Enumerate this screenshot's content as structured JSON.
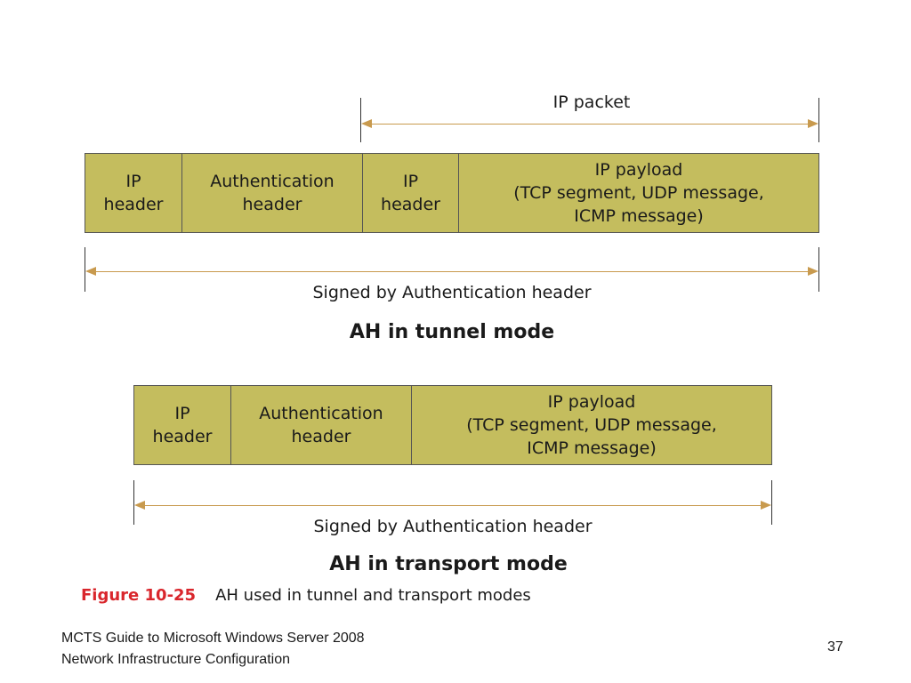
{
  "tunnel": {
    "ip_packet_label": "IP packet",
    "fields": [
      {
        "label": "IP\nheader"
      },
      {
        "label": "Authentication\nheader"
      },
      {
        "label": "IP\nheader"
      },
      {
        "label": "IP payload\n(TCP segment, UDP message,\nICMP message)"
      }
    ],
    "signed_label": "Signed by Authentication header",
    "title": "AH in tunnel mode"
  },
  "transport": {
    "fields": [
      {
        "label": "IP\nheader"
      },
      {
        "label": "Authentication\nheader"
      },
      {
        "label": "IP payload\n(TCP segment, UDP message,\nICMP message)"
      }
    ],
    "signed_label": "Signed by Authentication header",
    "title": "AH in transport mode"
  },
  "figure": {
    "number": "Figure 10-25",
    "caption": "AH used in tunnel and transport modes"
  },
  "footer": {
    "line1": "MCTS Guide to Microsoft Windows Server 2008",
    "line2": "Network Infrastructure Configuration",
    "page_number": "37"
  },
  "colors": {
    "box_fill": "#c4bd5e",
    "arrow": "#c89a4e",
    "figure_number": "#d9262c"
  }
}
